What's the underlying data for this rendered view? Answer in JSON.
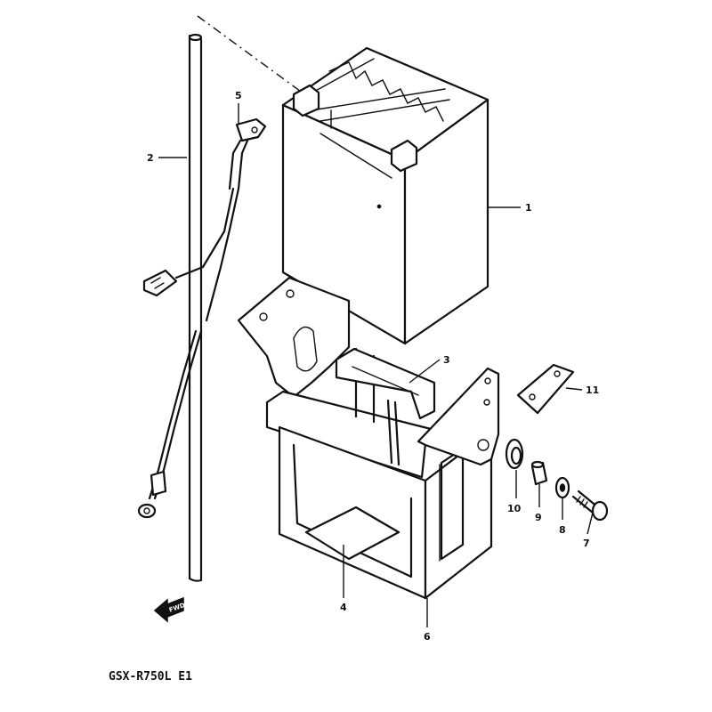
{
  "diagram": {
    "model_code": "GSX-R750L  E1",
    "fwd_label": "FWD",
    "callouts": [
      {
        "id": "1",
        "label": "1"
      },
      {
        "id": "2",
        "label": "2"
      },
      {
        "id": "3",
        "label": "3"
      },
      {
        "id": "4",
        "label": "4"
      },
      {
        "id": "5",
        "label": "5"
      },
      {
        "id": "6",
        "label": "6"
      },
      {
        "id": "7",
        "label": "7"
      },
      {
        "id": "8",
        "label": "8"
      },
      {
        "id": "9",
        "label": "9"
      },
      {
        "id": "10",
        "label": "10"
      },
      {
        "id": "11",
        "label": "11"
      }
    ]
  }
}
